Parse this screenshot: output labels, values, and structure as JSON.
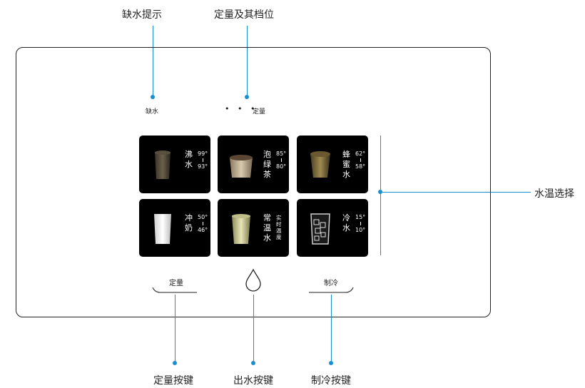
{
  "callouts": {
    "no_water_hint": "缺水提示",
    "quantity_and_levels": "定量及其档位",
    "temp_select": "水温选择",
    "quantity_button": "定量按键",
    "dispense_button": "出水按键",
    "cooling_button": "制冷按键"
  },
  "panel": {
    "no_water_indicator": "缺水",
    "quantity_indicator": "定量",
    "quantity_dots": "• • •"
  },
  "tiles": [
    {
      "name": "沸水",
      "name_lines": [
        "沸",
        "水"
      ],
      "temp_high": "99°",
      "temp_low": "93°",
      "icon": "tea-cup-dark"
    },
    {
      "name": "泡绿茶",
      "name_lines": [
        "泡",
        "绿",
        "茶"
      ],
      "temp_high": "85°",
      "temp_low": "80°",
      "icon": "ceramic-cup"
    },
    {
      "name": "蜂蜜水",
      "name_lines": [
        "蜂",
        "蜜",
        "水"
      ],
      "temp_high": "62°",
      "temp_low": "58°",
      "icon": "honey-cup"
    },
    {
      "name": "冲奶",
      "name_lines": [
        "冲",
        "奶"
      ],
      "temp_high": "50°",
      "temp_low": "46°",
      "icon": "milk-glass"
    },
    {
      "name": "常温水",
      "name_lines": [
        "常",
        "温",
        "水"
      ],
      "realtime_temp": "实时温度",
      "icon": "room-temp-glass"
    },
    {
      "name": "冷水",
      "name_lines": [
        "冷",
        "水"
      ],
      "temp_high": "15°",
      "temp_low": "10°",
      "icon": "ice-glass"
    }
  ],
  "buttons": {
    "quantity": "定量",
    "cooling": "制冷",
    "dispense_icon": "water-drop-icon"
  },
  "colors": {
    "callout_line": "#1a8fd0",
    "tile_background": "#000000",
    "panel_border": "#222222"
  }
}
